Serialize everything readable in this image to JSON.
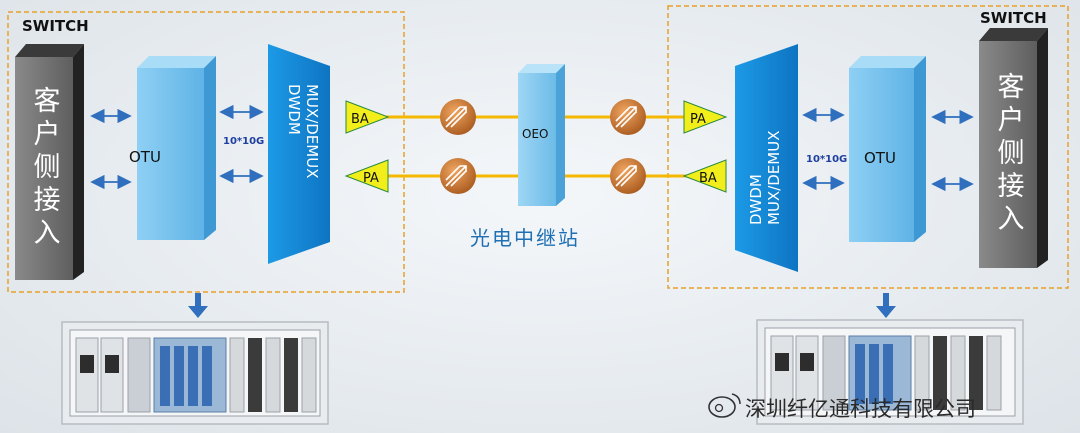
{
  "left": {
    "switch_label": "SWITCH",
    "client_access": "客户侧接入",
    "otu": "OTU",
    "rate": "10*10G",
    "mux_line1": "DWDM",
    "mux_line2": "MUX/DEMUX",
    "amp_top": "BA",
    "amp_bottom": "PA"
  },
  "relay": {
    "oeo": "OEO",
    "station": "光电中继站"
  },
  "right": {
    "switch_label": "SWITCH",
    "client_access": "客户侧接入",
    "otu": "OTU",
    "rate": "10*10G",
    "mux_line1": "DWDM",
    "mux_line2": "MUX/DEMUX",
    "amp_top": "PA",
    "amp_bottom": "BA"
  },
  "watermark": "深圳纤亿通科技有限公司",
  "colors": {
    "fiber": "#f5b800",
    "arrow": "#2f6fbd",
    "mux": "#1a8ad8",
    "otu": "#7cc4ee",
    "amp": "#f2ee1c",
    "border": "#e8a02a"
  }
}
